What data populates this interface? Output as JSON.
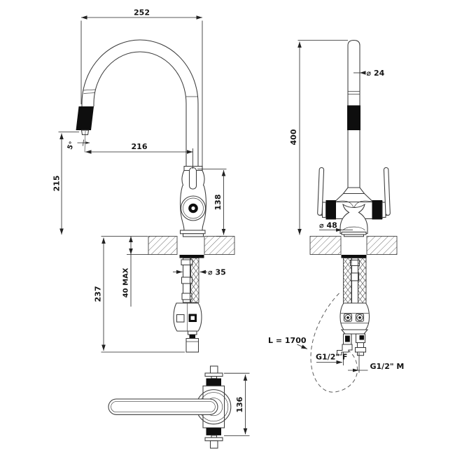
{
  "colors": {
    "line": "#3a3a3a",
    "dimension": "#222222",
    "solid_black": "#0e0e0e",
    "background": "#ffffff"
  },
  "dims": {
    "spout_projection": "252",
    "spout_reach": "216",
    "outlet_height": "215",
    "outlet_angle": "5°",
    "handle_height": "138",
    "under_counter_depth": "237",
    "counter_thickness": "40 MAX",
    "hole_diameter": "⌀ 35",
    "total_height": "400",
    "spout_diameter": "⌀ 24",
    "base_diameter": "⌀ 48",
    "hose_length": "L = 1700",
    "inlet_female": "G1/2\" F",
    "inlet_male": "G1/2\" M",
    "body_width": "136"
  }
}
